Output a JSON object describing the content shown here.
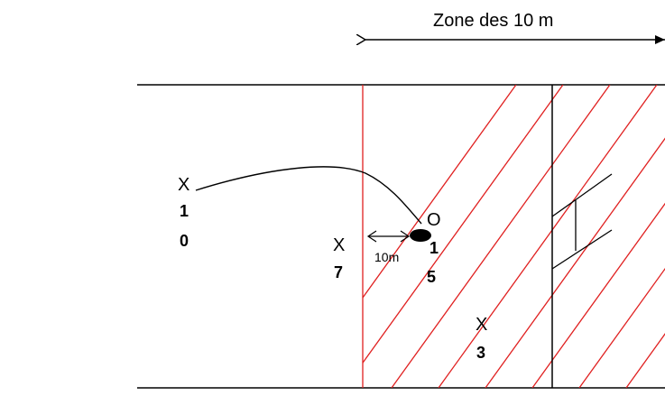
{
  "zone": {
    "title": "Zone des 10 m",
    "hatch_color": "#e02020"
  },
  "players": [
    {
      "id": "p10",
      "mark": "X",
      "digits": [
        "1",
        "0"
      ]
    },
    {
      "id": "p7",
      "mark": "X",
      "digits": [
        "7"
      ]
    },
    {
      "id": "p15",
      "mark": "O",
      "digits": [
        "1",
        "5"
      ]
    },
    {
      "id": "p3",
      "mark": "X",
      "digits": [
        "3"
      ]
    }
  ],
  "distance_label": "10m",
  "colors": {
    "ink": "#000000",
    "zone": "#e02020"
  }
}
